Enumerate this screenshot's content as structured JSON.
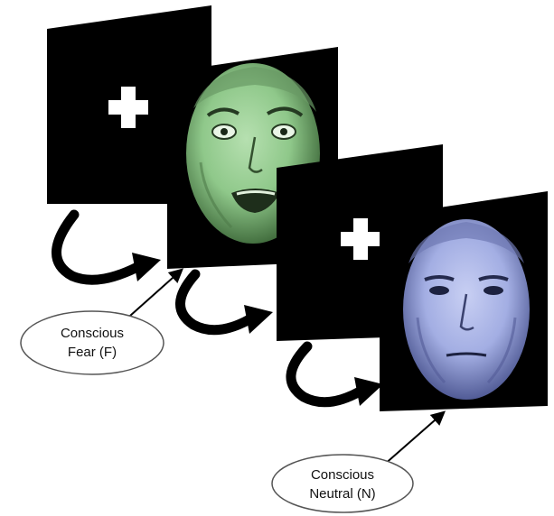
{
  "stimuli": [
    {
      "type": "fixation-cross"
    },
    {
      "type": "face",
      "expression": "fear",
      "tint": "#8fc88a",
      "shadow": "#22391f"
    },
    {
      "type": "fixation-cross"
    },
    {
      "type": "face",
      "expression": "neutral",
      "tint": "#a9b3e6",
      "shadow": "#262d52"
    }
  ],
  "labels": {
    "fear": {
      "line1": "Conscious",
      "line2": "Fear (F)"
    },
    "neutral": {
      "line1": "Conscious",
      "line2": "Neutral (N)"
    }
  },
  "colors": {
    "panel": "#000000",
    "cross": "#ffffff",
    "arrow": "#000000",
    "ellipse_stroke": "#555555"
  }
}
